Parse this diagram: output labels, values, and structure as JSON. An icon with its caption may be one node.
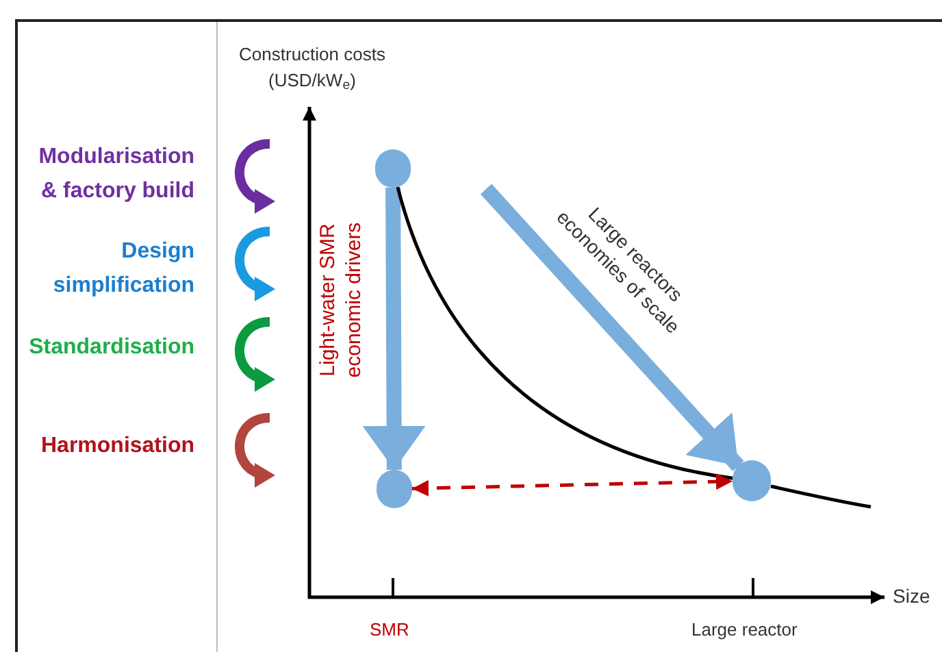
{
  "diagram": {
    "nodes": [
      {
        "text": [],
        "shape": "circle"
      },
      {
        "text": [],
        "shape": "circle"
      },
      {
        "text": [],
        "shape": "circle"
      }
    ],
    "edges": [
      {
        "from": 0,
        "to": 1,
        "arrow": "to",
        "style": "thick",
        "color": "#7aaedc",
        "label": "Light-water SMR economic drivers"
      },
      {
        "from": 0,
        "to": 2,
        "arrow": "none",
        "color": "#000000"
      },
      {
        "from": 1,
        "to": 2,
        "arrow": "both",
        "style": "dashed",
        "color": "#c00000"
      },
      {
        "from": null,
        "to": 2,
        "arrow": "to",
        "style": "thick",
        "color": "#7aaedc",
        "label": "Large reactors economies of scale"
      }
    ],
    "labels": [
      "Construction costs (USD/kW$_{e}$)",
      "Modularisation & factory build",
      "Design simplification",
      "Standardisation",
      "Harmonisation",
      "Size",
      "SMR",
      "Large reactor"
    ]
  }
}
